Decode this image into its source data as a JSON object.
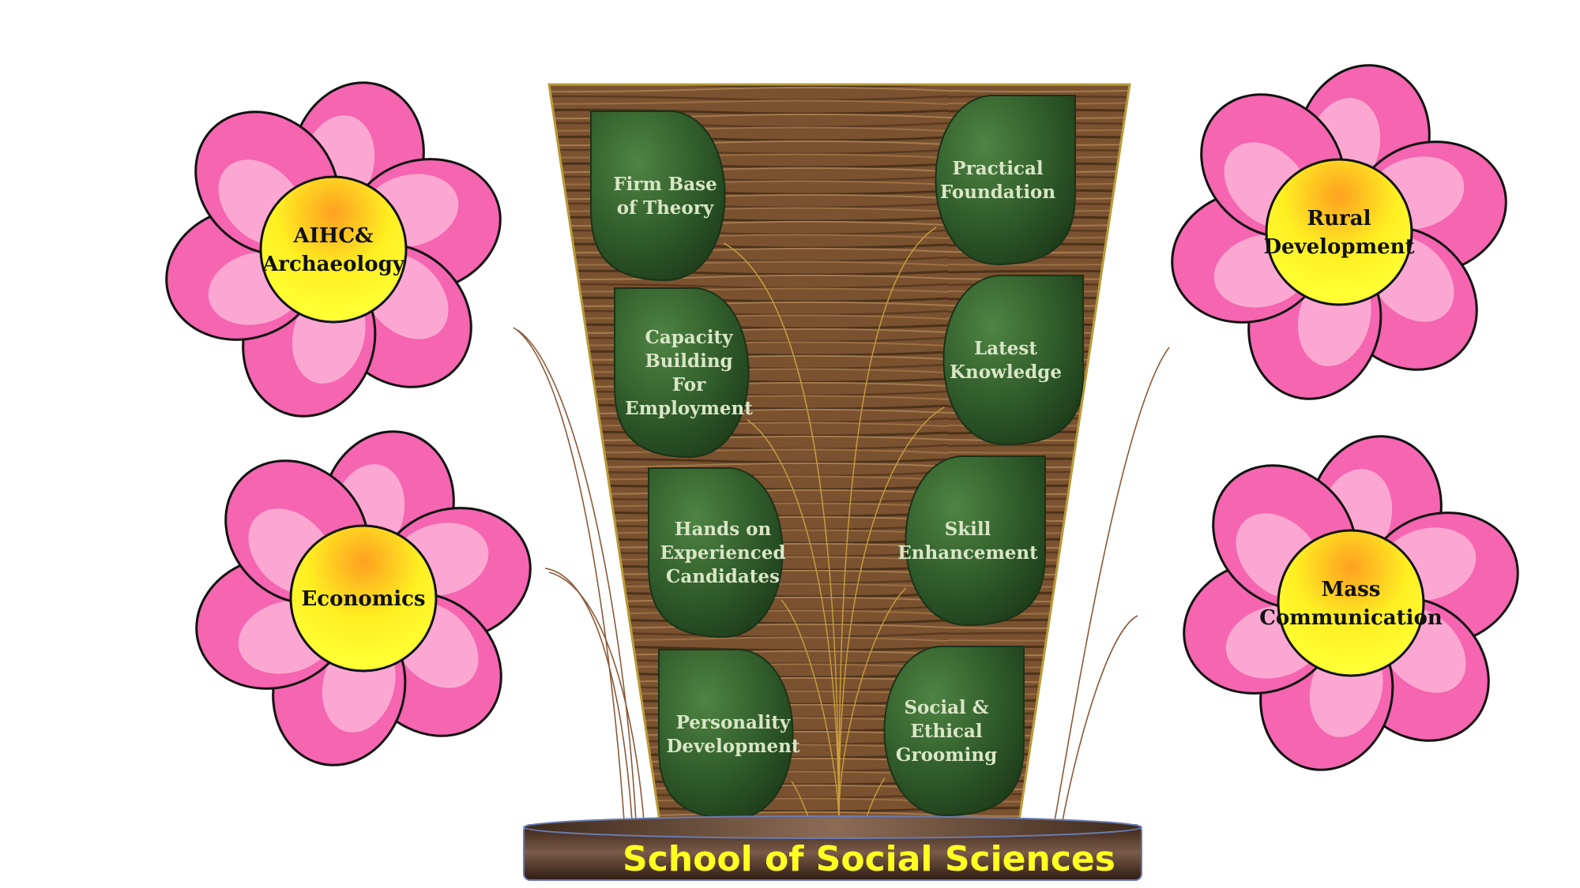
{
  "title": "School of Social Sciences",
  "flowers": [
    {
      "id": "aihc",
      "lines": [
        "AIHC&",
        "Archaeology"
      ]
    },
    {
      "id": "economics",
      "lines": [
        "Economics"
      ]
    },
    {
      "id": "rural",
      "lines": [
        "Rural",
        "Development"
      ]
    },
    {
      "id": "masscomm",
      "lines": [
        "Mass",
        "Communication"
      ]
    }
  ],
  "leaves": [
    {
      "id": "firm-base",
      "lines": [
        "Firm Base",
        "of Theory"
      ]
    },
    {
      "id": "practical",
      "lines": [
        "Practical",
        "Foundation"
      ]
    },
    {
      "id": "capacity",
      "lines": [
        "Capacity",
        "Building",
        "For",
        "Employment"
      ]
    },
    {
      "id": "latest",
      "lines": [
        "Latest",
        "Knowledge"
      ]
    },
    {
      "id": "hands-on",
      "lines": [
        "Hands on",
        "Experienced",
        "Candidates"
      ]
    },
    {
      "id": "skill",
      "lines": [
        "Skill",
        "Enhancement"
      ]
    },
    {
      "id": "personality",
      "lines": [
        "Personality",
        "Development"
      ]
    },
    {
      "id": "social",
      "lines": [
        "Social &",
        "Ethical",
        "Grooming"
      ]
    }
  ],
  "colors": {
    "petal": "#f565b0",
    "petal_highlight": "#fba7d2",
    "flower_center": "#ffff33",
    "leaf": "#2f5a2a",
    "wood": "#7a5230",
    "base_title": "#ffff22"
  }
}
